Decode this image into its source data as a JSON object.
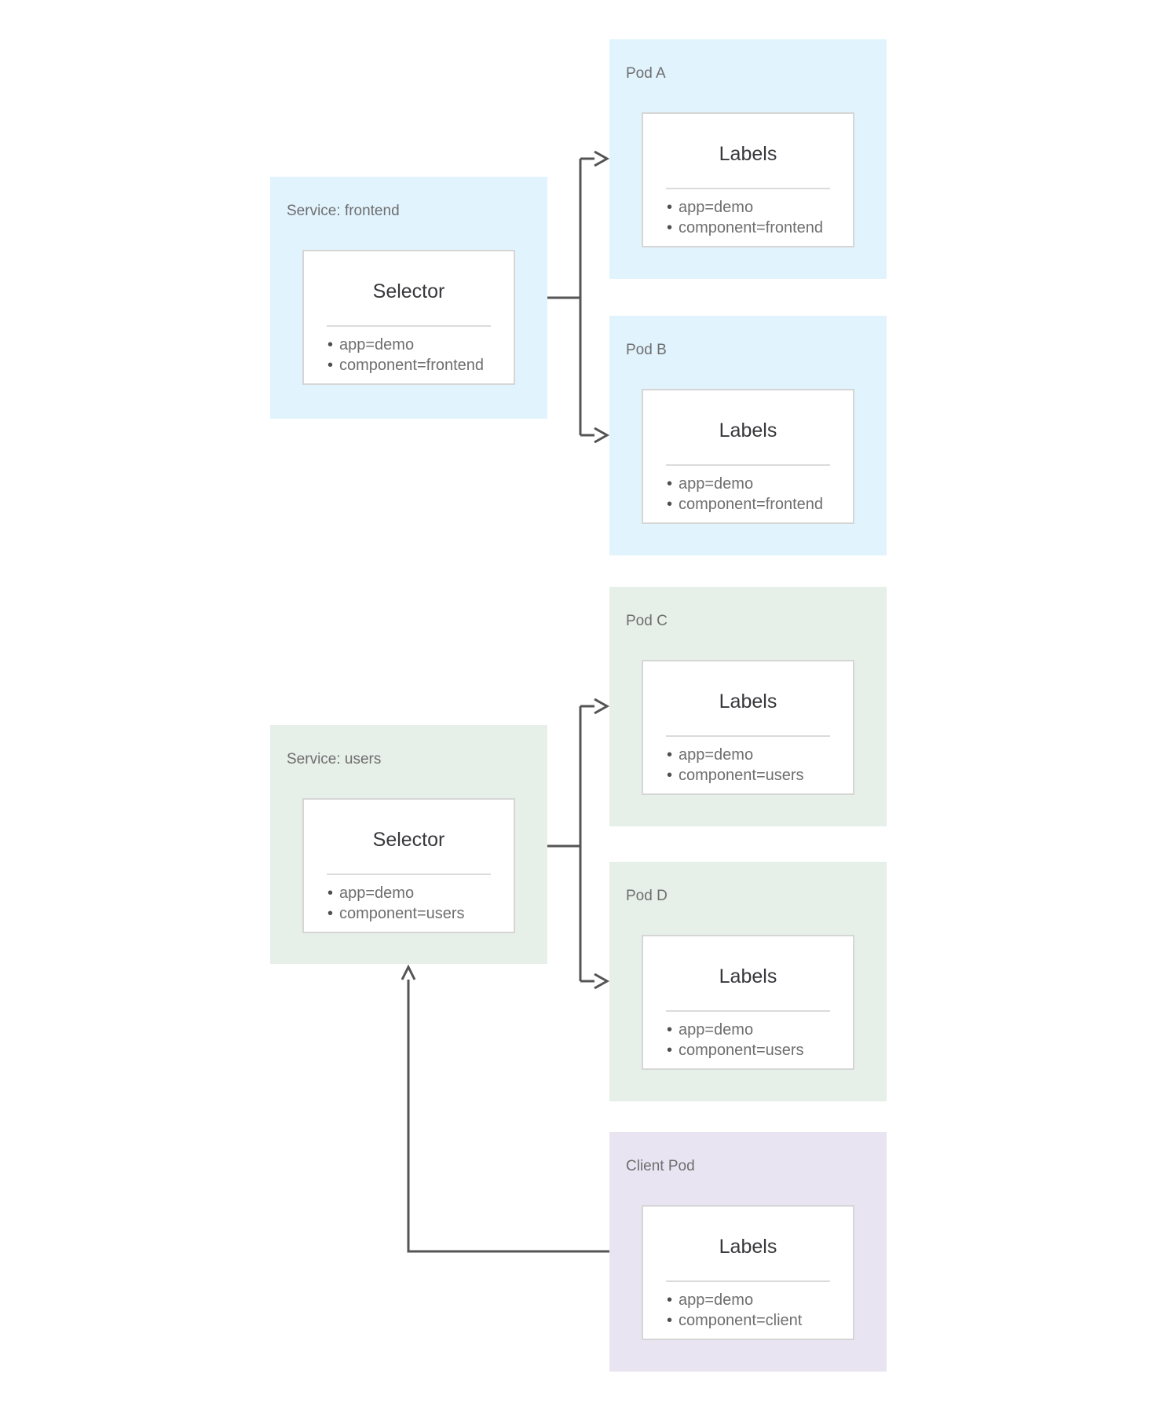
{
  "diagram": {
    "nodes": {
      "service_frontend": {
        "title": "Service: frontend",
        "card_heading": "Selector",
        "items": [
          "app=demo",
          "component=frontend"
        ]
      },
      "pod_a": {
        "title": "Pod A",
        "card_heading": "Labels",
        "items": [
          "app=demo",
          "component=frontend"
        ]
      },
      "pod_b": {
        "title": "Pod B",
        "card_heading": "Labels",
        "items": [
          "app=demo",
          "component=frontend"
        ]
      },
      "service_users": {
        "title": "Service: users",
        "card_heading": "Selector",
        "items": [
          "app=demo",
          "component=users"
        ]
      },
      "pod_c": {
        "title": "Pod C",
        "card_heading": "Labels",
        "items": [
          "app=demo",
          "component=users"
        ]
      },
      "pod_d": {
        "title": "Pod D",
        "card_heading": "Labels",
        "items": [
          "app=demo",
          "component=users"
        ]
      },
      "client_pod": {
        "title": "Client Pod",
        "card_heading": "Labels",
        "items": [
          "app=demo",
          "component=client"
        ]
      }
    },
    "colors": {
      "frontend_group_bg": "#E1F3FD",
      "users_group_bg": "#E7EFE9",
      "client_group_bg": "#E9E4F2",
      "card_bg": "#FFFFFF",
      "card_border": "#D6D6D6",
      "connector_line": "#545454",
      "node_title_text": "#6E6E6E",
      "card_heading_text": "#38383C",
      "card_item_text": "#6E6E6E"
    }
  }
}
